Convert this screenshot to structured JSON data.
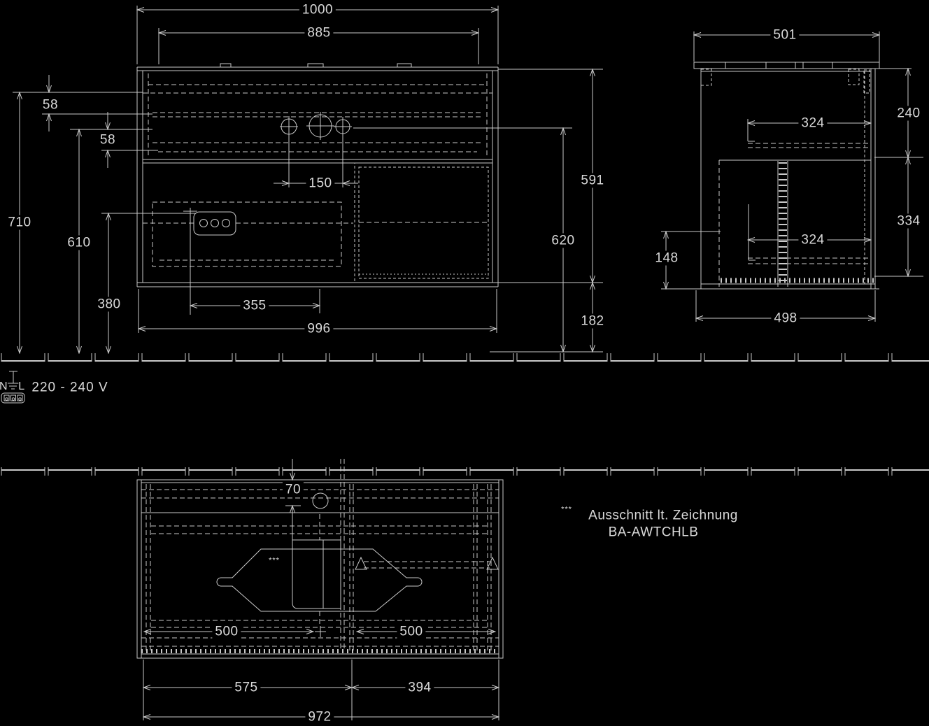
{
  "front": {
    "w1000": "1000",
    "w885": "885",
    "h58a": "58",
    "h58b": "58",
    "h710": "710",
    "h610": "610",
    "h380": "380",
    "w150": "150",
    "w355": "355",
    "w996": "996",
    "h591": "591",
    "h620": "620",
    "h182": "182"
  },
  "side": {
    "w501": "501",
    "h240": "240",
    "w324a": "324",
    "w324b": "324",
    "h334": "334",
    "h148": "148",
    "w498": "498"
  },
  "plan": {
    "h70": "70",
    "w500a": "500",
    "w500b": "500",
    "w575": "575",
    "w394": "394",
    "w972": "972",
    "cutout_marker": "***"
  },
  "power": {
    "n": "N",
    "l": "L",
    "voltage": "220 - 240 V"
  },
  "note": {
    "stars": "***",
    "line1": "Ausschnitt lt. Zeichnung",
    "line2": "BA-AWTCHLB"
  },
  "colors": {
    "background": "#000000",
    "line": "#c9c9c9",
    "text": "#d9d9d9"
  }
}
